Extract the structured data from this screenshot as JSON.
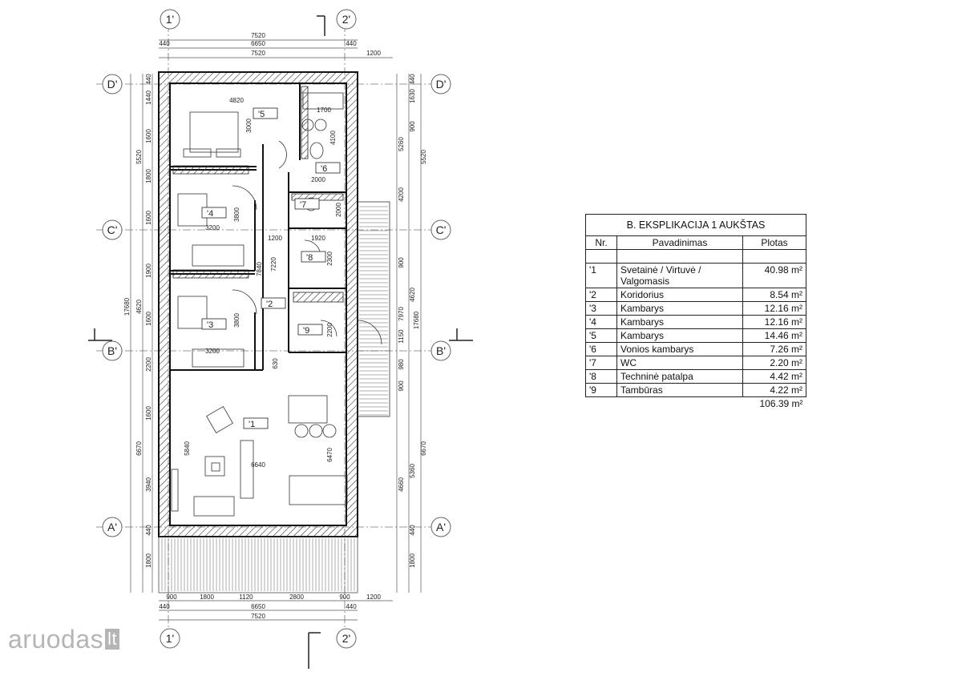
{
  "plan": {
    "axes": {
      "top_1": "1'",
      "top_2": "2'",
      "bottom_1": "1'",
      "bottom_2": "2'",
      "left_D": "D'",
      "left_C": "C'",
      "left_B": "B'",
      "left_A": "A'",
      "right_D": "D'",
      "right_C": "C'",
      "right_B": "B'",
      "right_A": "A'"
    },
    "dims_top": [
      "7520",
      "6650",
      "7520",
      "440",
      "440",
      "1200"
    ],
    "dims_bottom": [
      "900",
      "1800",
      "1120",
      "2800",
      "900",
      "1200",
      "6650",
      "7520",
      "440",
      "440"
    ],
    "dims_left": [
      "440",
      "1440",
      "1600",
      "5520",
      "1800",
      "1600",
      "4620",
      "1900",
      "1600",
      "17680",
      "2200",
      "1600",
      "6670",
      "3940",
      "440",
      "1800"
    ],
    "dims_right": [
      "440",
      "1630",
      "900",
      "5260",
      "5520",
      "4200",
      "900",
      "4620",
      "7970",
      "1150",
      "17680",
      "980",
      "900",
      "6670",
      "4660",
      "5360",
      "440",
      "1800"
    ],
    "room_dims": [
      "4820",
      "3000",
      "1700",
      "4100",
      "2000",
      "3800",
      "3200",
      "1200",
      "1920",
      "2300",
      "7220",
      "7840",
      "3800",
      "3200",
      "2200",
      "630",
      "5840",
      "6640",
      "6470",
      "2000"
    ],
    "room_tags": [
      "'5",
      "'6",
      "'7",
      "'4",
      "'8",
      "'2",
      "'3",
      "'9",
      "'1"
    ]
  },
  "explication": {
    "title": "B. EKSPLIKACIJA 1 AUKŠTAS",
    "headers": [
      "Nr.",
      "Pavadinimas",
      "Plotas"
    ],
    "rows": [
      {
        "nr": "'1",
        "name": "Svetainė / Virtuvė / Valgomasis",
        "area": "40.98 m²"
      },
      {
        "nr": "'2",
        "name": "Koridorius",
        "area": "8.54 m²"
      },
      {
        "nr": "'3",
        "name": "Kambarys",
        "area": "12.16 m²"
      },
      {
        "nr": "'4",
        "name": "Kambarys",
        "area": "12.16 m²"
      },
      {
        "nr": "'5",
        "name": "Kambarys",
        "area": "14.46 m²"
      },
      {
        "nr": "'6",
        "name": "Vonios kambarys",
        "area": "7.26 m²"
      },
      {
        "nr": "'7",
        "name": "WC",
        "area": "2.20 m²"
      },
      {
        "nr": "'8",
        "name": "Techninė patalpa",
        "area": "4.42 m²"
      },
      {
        "nr": "'9",
        "name": "Tambūras",
        "area": "4.22 m²"
      }
    ],
    "total": "106.39 m²"
  },
  "watermark": {
    "text": "aruodas",
    "badge": "lt"
  }
}
